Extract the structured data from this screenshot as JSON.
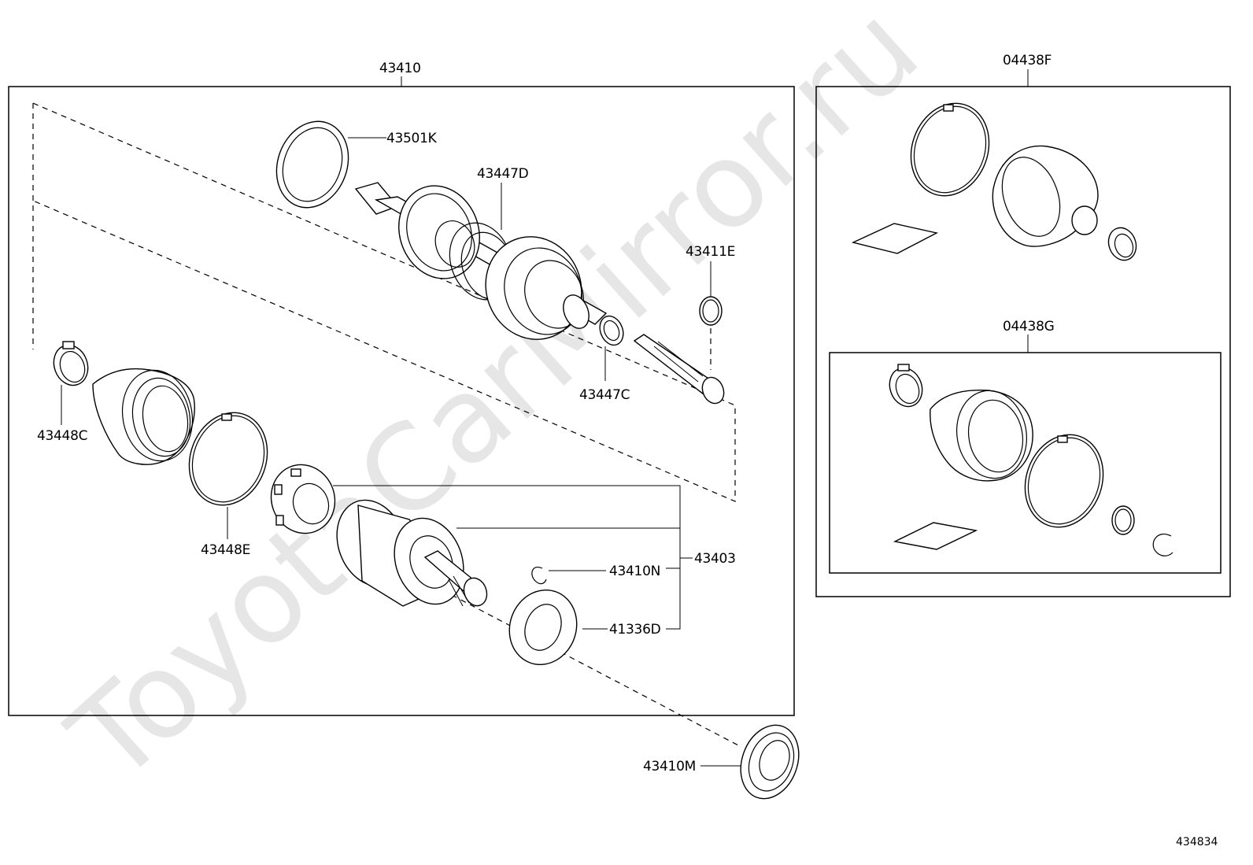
{
  "watermark": "ToyotaCarMirror.ru",
  "figure_id": "434834",
  "labels": {
    "assy_main": "43410",
    "assy_boot_kit_f": "04438F",
    "assy_boot_kit_g": "04438G",
    "ring_43501k": "43501K",
    "boot_43447d": "43447D",
    "snap_43411e": "43411E",
    "clamp_43447c": "43447C",
    "clamp_43448c": "43448C",
    "band_43448e": "43448E",
    "joint_43403": "43403",
    "snap_43410n": "43410N",
    "deflector_41336d": "41336D",
    "seal_43410m": "43410M"
  }
}
